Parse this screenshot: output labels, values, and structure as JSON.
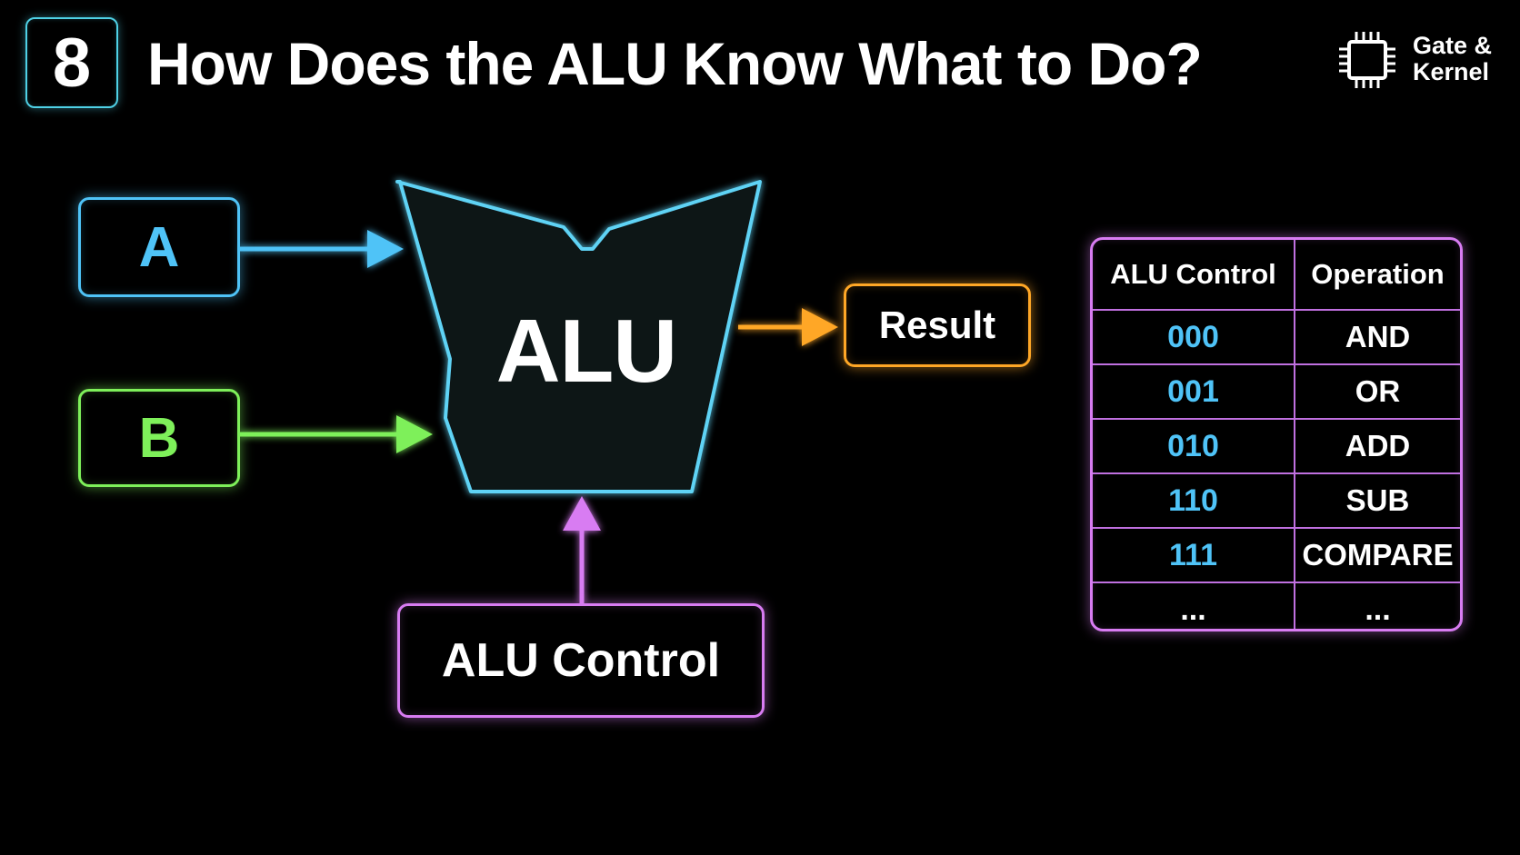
{
  "header": {
    "number": "8",
    "title": "How Does the ALU Know What to Do?"
  },
  "brand": {
    "line1": "Gate &",
    "line2": "Kernel",
    "icon": "chip-icon"
  },
  "diagram": {
    "input_a": "A",
    "input_b": "B",
    "alu": "ALU",
    "result": "Result",
    "control": "ALU Control"
  },
  "table": {
    "headers": [
      "ALU Control",
      "Operation"
    ],
    "rows": [
      {
        "code": "000",
        "op": "AND"
      },
      {
        "code": "001",
        "op": "OR"
      },
      {
        "code": "010",
        "op": "ADD"
      },
      {
        "code": "110",
        "op": "SUB"
      },
      {
        "code": "111",
        "op": "COMPARE"
      },
      {
        "code": "...",
        "op": "..."
      }
    ]
  },
  "colors": {
    "input_a": "#4fc3f7",
    "input_b": "#7ef05a",
    "alu_outline": "#5fd3f5",
    "result": "#ffa726",
    "control": "#d87cf2",
    "code_text": "#4fc3f7"
  }
}
